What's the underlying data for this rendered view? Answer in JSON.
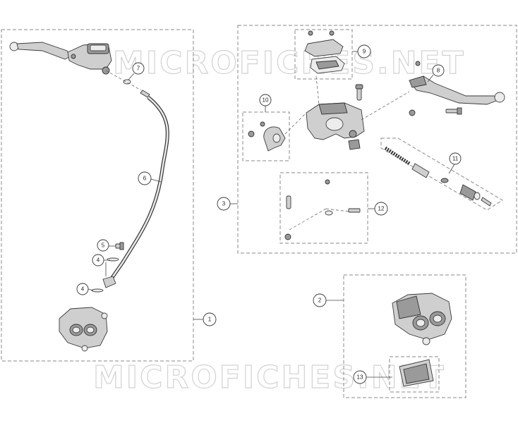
{
  "watermark": "MICROFICHES.NET",
  "callouts": [
    {
      "id": "c1",
      "label": "1"
    },
    {
      "id": "c2",
      "label": "2"
    },
    {
      "id": "c3",
      "label": "3"
    },
    {
      "id": "c4a",
      "label": "4"
    },
    {
      "id": "c4b",
      "label": "4"
    },
    {
      "id": "c5",
      "label": "5"
    },
    {
      "id": "c6",
      "label": "6"
    },
    {
      "id": "c7",
      "label": "7"
    },
    {
      "id": "c8",
      "label": "8"
    },
    {
      "id": "c9",
      "label": "9"
    },
    {
      "id": "c10",
      "label": "10"
    },
    {
      "id": "c11",
      "label": "11"
    },
    {
      "id": "c12",
      "label": "12"
    },
    {
      "id": "c13",
      "label": "13"
    }
  ]
}
